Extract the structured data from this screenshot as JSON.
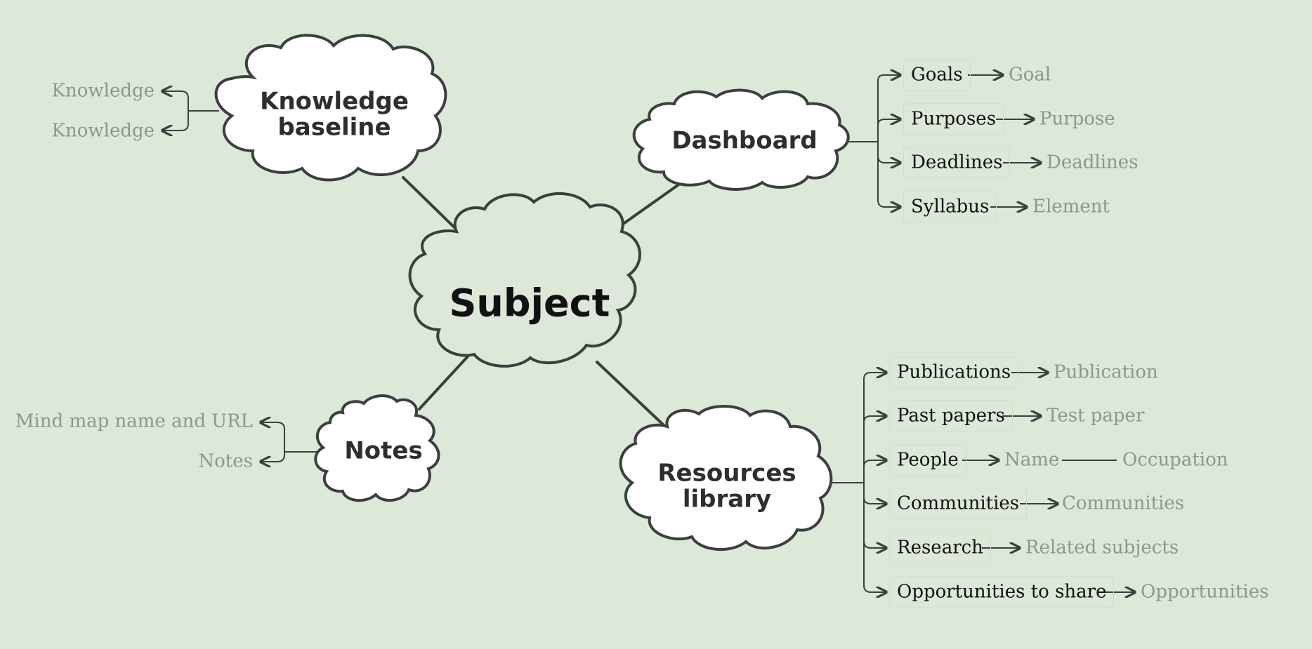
{
  "center": {
    "label": "Subject"
  },
  "knowledge_baseline": {
    "label_line1": "Knowledge",
    "label_line2": "baseline",
    "items": [
      "Knowledge",
      "Knowledge"
    ]
  },
  "dashboard": {
    "label": "Dashboard",
    "items": [
      {
        "topic": "Goals",
        "leaf": "Goal"
      },
      {
        "topic": "Purposes",
        "leaf": "Purpose"
      },
      {
        "topic": "Deadlines",
        "leaf": "Deadlines"
      },
      {
        "topic": "Syllabus",
        "leaf": "Element"
      }
    ]
  },
  "notes": {
    "label": "Notes",
    "items": [
      "Mind map name and URL",
      "Notes"
    ]
  },
  "resources_library": {
    "label_line1": "Resources",
    "label_line2": "library",
    "items": [
      {
        "topic": "Publications",
        "leaf": "Publication"
      },
      {
        "topic": "Past papers",
        "leaf": "Test paper"
      },
      {
        "topic": "People",
        "leaf": "Name",
        "leaf2": "Occupation"
      },
      {
        "topic": "Communities",
        "leaf": "Communities"
      },
      {
        "topic": "Research",
        "leaf": "Related subjects"
      },
      {
        "topic": "Opportunities to share",
        "leaf": "Opportunities"
      }
    ]
  },
  "colors": {
    "background": "#dce8d8",
    "stroke": "#3b3f3d",
    "leaf_text": "#8a9a8a",
    "cloud_fill": "#ffffff"
  }
}
